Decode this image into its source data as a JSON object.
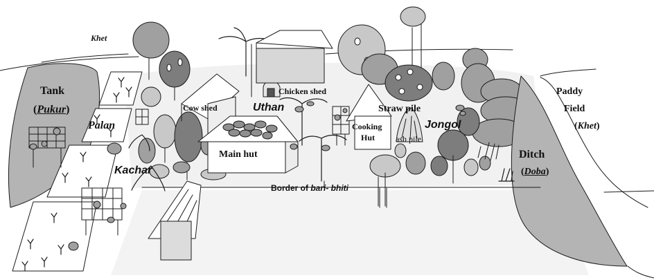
{
  "labels": {
    "khet_top": "Khet",
    "tank": "Tank",
    "pukur": "Pukur",
    "palan": "Palan",
    "kachar": "Kachar",
    "cow_shed": "Cow shed",
    "uthan": "Uthan",
    "chicken_shed": "Chicken shed",
    "main_hut": "Main hut",
    "straw_pile": "Straw pile",
    "cooking": "Cooking",
    "hut": "Hut",
    "ash_pile": "ash pile",
    "jongol": "Jongol",
    "paddy": "Paddy",
    "field": "Field",
    "khet_right": "Khet",
    "ditch": "Ditch",
    "doba": "Doba",
    "border_prefix": "Border of ",
    "border_term": "bari- bhiti"
  },
  "colors": {
    "outline": "#1a1a1a",
    "water": "#b4b4b4",
    "ground": "#f0f0f0",
    "tree_light": "#c8c8c8",
    "tree_mid": "#a0a0a0",
    "tree_dark": "#7d7d7d",
    "produce": "#8f8f8f"
  }
}
